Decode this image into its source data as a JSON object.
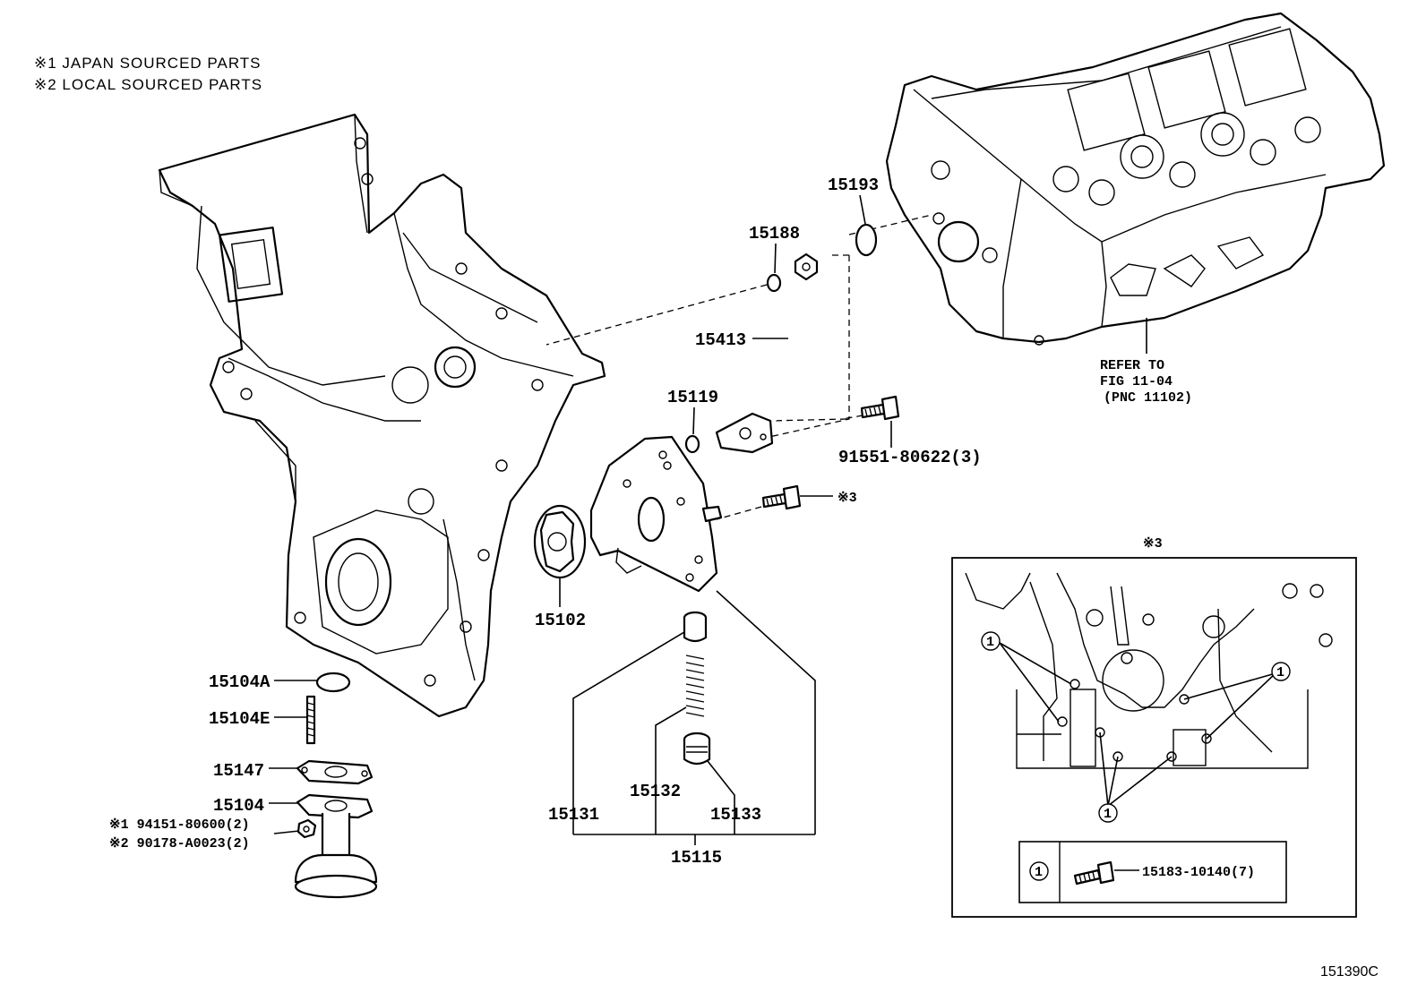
{
  "notes": {
    "note1": "※1 JAPAN SOURCED PARTS",
    "note2": "※2 LOCAL SOURCED PARTS"
  },
  "parts": {
    "p15193": "15193",
    "p15188": "15188",
    "p15413": "15413",
    "p15119": "15119",
    "p91551": "91551-80622(3)",
    "ref3": "※3",
    "p15102": "15102",
    "p15104A": "15104A",
    "p15104E": "15104E",
    "p15147": "15147",
    "p15104": "15104",
    "p94151": "※1 94151-80600(2)",
    "p90178": "※2 90178-A0023(2)",
    "p15131": "15131",
    "p15132": "15132",
    "p15133": "15133",
    "p15115": "15115"
  },
  "refer": {
    "line1": "REFER TO",
    "line2": "FIG 11-04",
    "line3": "(PNC 11102)"
  },
  "inset": {
    "title": "※3",
    "callout": "1",
    "legend_key": "1",
    "legend_part": "15183-10140(7)"
  },
  "footer": {
    "figure_id": "151390C"
  }
}
